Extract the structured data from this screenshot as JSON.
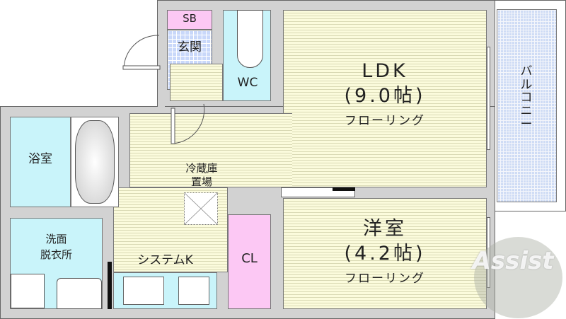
{
  "rooms": {
    "sb": "SB",
    "entrance": "玄関",
    "wc": "WC",
    "ldk": {
      "name": "LDK",
      "size": "(9.0帖)",
      "floor": "フローリング"
    },
    "bathroom": "浴室",
    "washroom": {
      "line1": "洗面",
      "line2": "脱衣所"
    },
    "fridge": {
      "line1": "冷蔵庫",
      "line2": "置場"
    },
    "kitchen": "システムK",
    "closet": "CL",
    "western_room": {
      "name": "洋室",
      "size": "(4.2帖)",
      "floor": "フローリング"
    },
    "balcony": "バルコニー"
  },
  "watermark": "Assist",
  "colors": {
    "wet_area": "#c9f4fa",
    "storage": "#fcc8f4",
    "flooring": "#fbfbdc",
    "entrance_tile": "#c9d8fa",
    "wall": "#d2d2d2"
  }
}
